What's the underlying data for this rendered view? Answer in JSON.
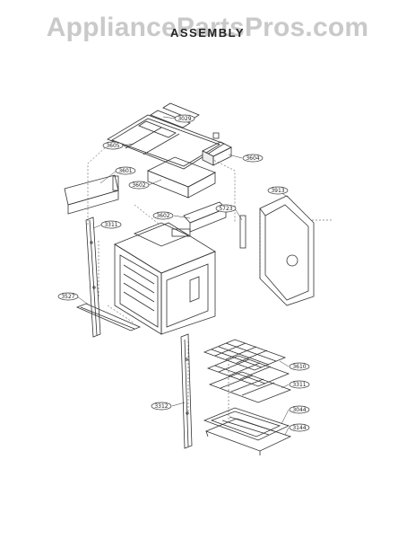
{
  "header": {
    "watermark": "AppliancePartsPros.com",
    "title": "ASSEMBLY"
  },
  "colors": {
    "ink": "#333333",
    "watermark": "#c9c9c9",
    "paper": "#ffffff"
  },
  "callouts": [
    {
      "id": "c3029",
      "text": "3029"
    },
    {
      "id": "c3605",
      "text": "3605"
    },
    {
      "id": "c3604",
      "text": "3604"
    },
    {
      "id": "c3601",
      "text": "3601"
    },
    {
      "id": "c3602a",
      "text": "3602"
    },
    {
      "id": "c3913",
      "text": "3913"
    },
    {
      "id": "c3311a",
      "text": "3311"
    },
    {
      "id": "c3602b",
      "text": "3602"
    },
    {
      "id": "c5723",
      "text": "5723"
    },
    {
      "id": "c3527",
      "text": "3527"
    },
    {
      "id": "c3610",
      "text": "3610"
    },
    {
      "id": "c3311b",
      "text": "3311"
    },
    {
      "id": "c3312",
      "text": "3312"
    },
    {
      "id": "c3044",
      "text": "3044"
    },
    {
      "id": "c3144",
      "text": "3144"
    }
  ]
}
